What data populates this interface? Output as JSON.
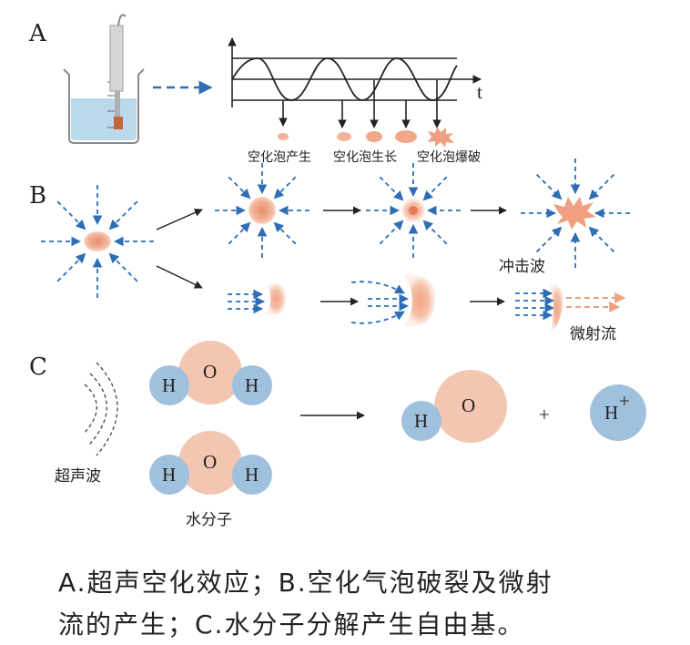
{
  "panels": {
    "a": {
      "label": "A",
      "axis_t": "t",
      "bubble_labels": [
        "空化泡产生",
        "空化泡生长",
        "空化泡爆破"
      ]
    },
    "b": {
      "label": "B",
      "shockwave": "冲击波",
      "microjet": "微射流"
    },
    "c": {
      "label": "C",
      "ultrasound": "超声波",
      "water_molecule": "水分子",
      "atom_O": "O",
      "atom_H": "H",
      "plus": "+",
      "h_plus": "H",
      "h_plus_sup": "+"
    }
  },
  "caption": {
    "line1": "A.超声空化效应；B.空化气泡破裂及微射",
    "line2": "流的产生；C.水分子分解产生自由基。"
  },
  "colors": {
    "blue_arrow": "#2f6db4",
    "bubble": "#f2b39a",
    "bubble_core": "#e98c6c",
    "h_atom": "#9fc1de",
    "o_atom": "#f3c6b1",
    "water": "#bcd9ec"
  }
}
